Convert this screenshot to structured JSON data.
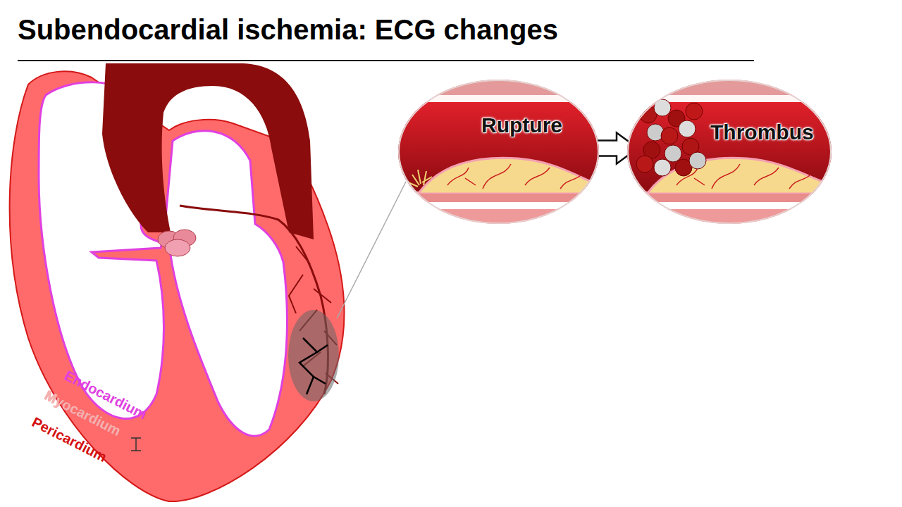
{
  "diagram": {
    "title": "Subendocardial ischemia: ECG changes",
    "nodes": [
      {
        "text": [
          "Rupture"
        ]
      },
      {
        "text": [
          "Thrombus"
        ]
      }
    ],
    "edges": [
      {
        "from": 0,
        "to": 1,
        "arrow": "to"
      }
    ],
    "labels": [
      "Endocardium",
      "Myocardium",
      "Pericardium"
    ]
  }
}
